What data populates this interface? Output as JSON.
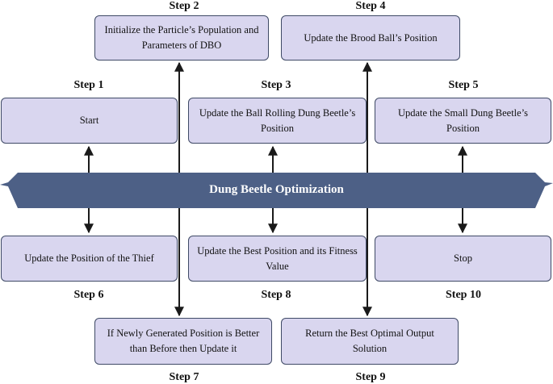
{
  "colors": {
    "box_fill": "#d9d6ef",
    "box_border": "#3f4a66",
    "banner_fill": "#4d6086",
    "banner_text": "#ffffff",
    "arrow": "#1a1a1a"
  },
  "banner": {
    "title": "Dung Beetle Optimization"
  },
  "steps": {
    "s1": {
      "label": "Step 1",
      "text": "Start"
    },
    "s2": {
      "label": "Step 2",
      "text": "Initialize the Particle’s Population and Parameters of DBO"
    },
    "s3": {
      "label": "Step 3",
      "text": "Update the Ball Rolling Dung Beetle’s Position"
    },
    "s4": {
      "label": "Step 4",
      "text": "Update the Brood Ball’s Position"
    },
    "s5": {
      "label": "Step 5",
      "text": "Update the Small Dung Beetle’s Position"
    },
    "s6": {
      "label": "Step 6",
      "text": "Update the Position of the Thief"
    },
    "s7": {
      "label": "Step 7",
      "text": "If Newly Generated Position is Better than Before then Update it"
    },
    "s8": {
      "label": "Step 8",
      "text": "Update the Best Position and its Fitness Value"
    },
    "s9": {
      "label": "Step 9",
      "text": "Return the Best Optimal Output Solution"
    },
    "s10": {
      "label": "Step 10",
      "text": "Stop"
    }
  }
}
